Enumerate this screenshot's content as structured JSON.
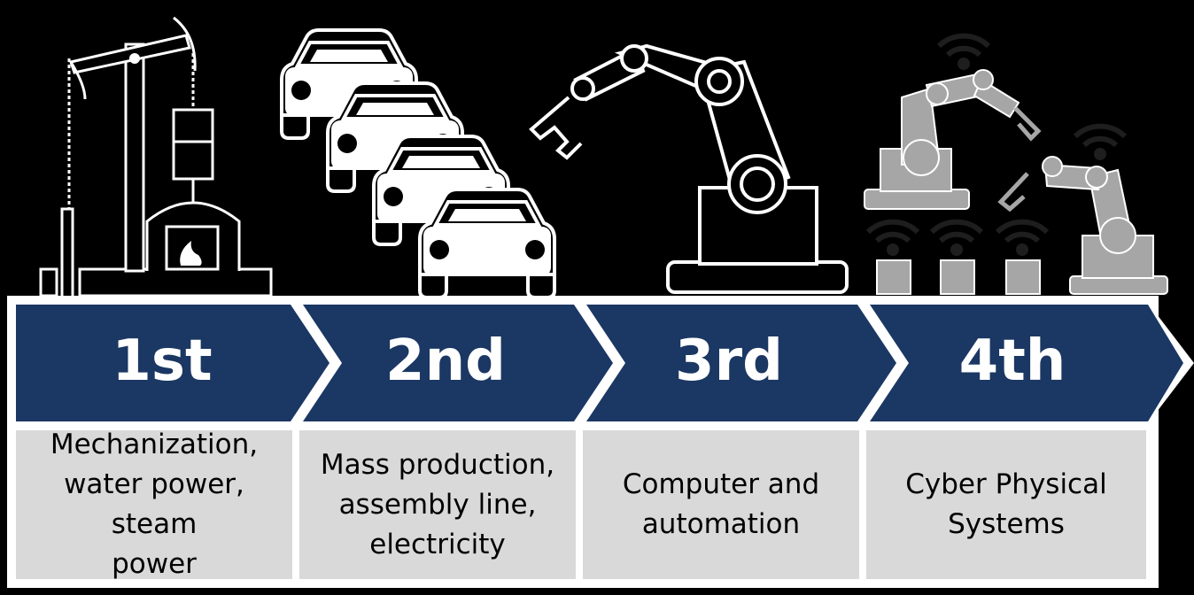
{
  "stages": [
    {
      "label": "1st",
      "lines": [
        "Mechanization,",
        "water power, steam",
        "power"
      ],
      "icon": "steam-engine-icon"
    },
    {
      "label": "2nd",
      "lines": [
        "Mass production,",
        "assembly line,",
        "electricity"
      ],
      "icon": "cars-assembly-icon"
    },
    {
      "label": "3rd",
      "lines": [
        "Computer and",
        "automation"
      ],
      "icon": "robot-arm-icon"
    },
    {
      "label": "4th",
      "lines": [
        "Cyber Physical",
        "Systems"
      ],
      "icon": "connected-robots-icon"
    }
  ],
  "colors": {
    "background": "#000000",
    "arrow": "#1b3763",
    "arrow_text": "#ffffff",
    "box": "#d9d9d9",
    "outline": "#ffffff",
    "cyber_gray": "#a6a6a6"
  }
}
